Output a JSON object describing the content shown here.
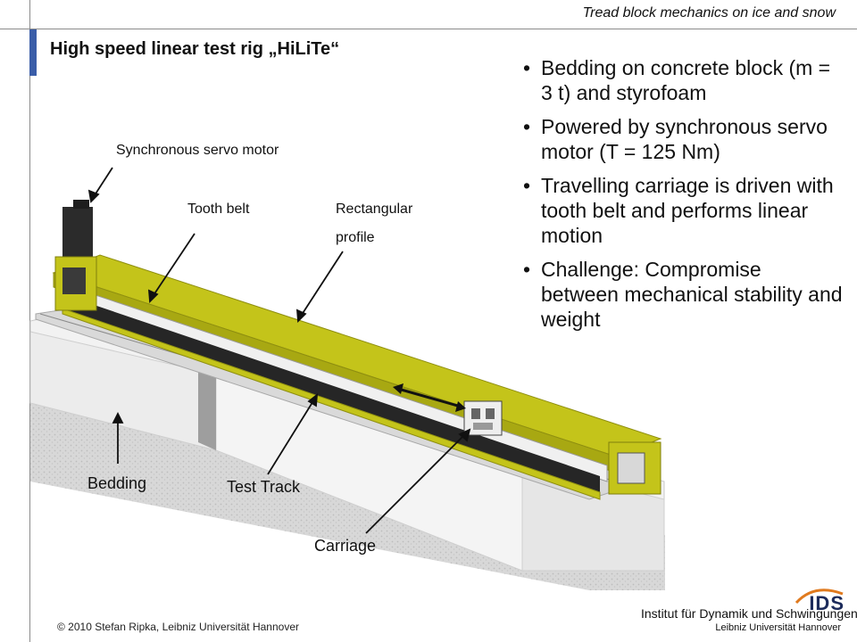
{
  "header": {
    "text": "Tread block mechanics on ice and snow"
  },
  "title": "High speed linear test rig „HiLiTe“",
  "bullets": [
    "Bedding on concrete block (m = 3 t) and styrofoam",
    "Powered by synchronous servo motor (T = 125 Nm)",
    "Travelling carriage is driven with tooth belt and performs linear motion",
    "Challenge: Compromise between mechanical stability and weight"
  ],
  "labels": {
    "motor": "Synchronous servo motor",
    "tooth_belt": "Tooth belt",
    "profile_line1": "Rectangular",
    "profile_line2": "profile",
    "bedding": "Bedding",
    "test_track": "Test Track",
    "carriage": "Carriage"
  },
  "footer": "© 2010 Stefan Ripka, Leibniz Universität Hannover",
  "logo": {
    "short": "IDS",
    "line1": "Institut für Dynamik und Schwingungen",
    "line2": "Leibniz Universität Hannover"
  },
  "colors": {
    "accent": "#3a5da8",
    "profile_yellow": "#c8c81e",
    "concrete": "#e8e8e8"
  }
}
